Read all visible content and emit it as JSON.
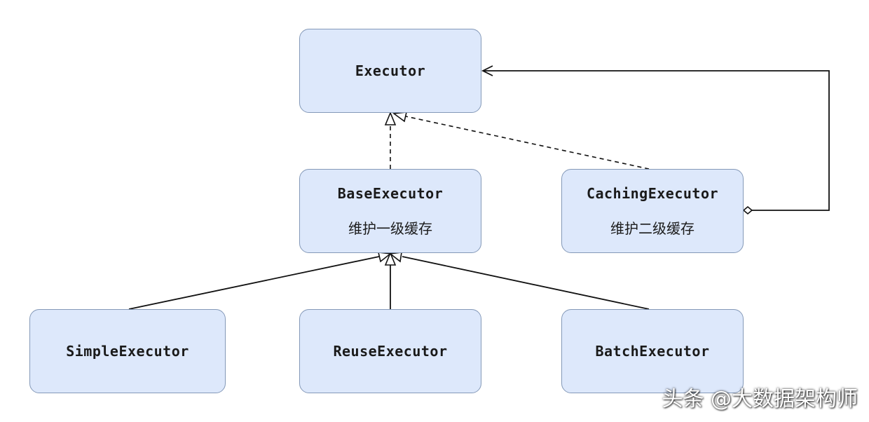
{
  "diagram": {
    "nodes": {
      "executor": {
        "name": "Executor"
      },
      "base": {
        "name": "BaseExecutor",
        "note": "维护一级缓存"
      },
      "caching": {
        "name": "CachingExecutor",
        "note": "维护二级缓存"
      },
      "simple": {
        "name": "SimpleExecutor"
      },
      "reuse": {
        "name": "ReuseExecutor"
      },
      "batch": {
        "name": "BatchExecutor"
      }
    },
    "relations": [
      {
        "from": "BaseExecutor",
        "to": "Executor",
        "kind": "realization"
      },
      {
        "from": "CachingExecutor",
        "to": "Executor",
        "kind": "realization"
      },
      {
        "from": "CachingExecutor",
        "to": "Executor",
        "kind": "aggregation"
      },
      {
        "from": "SimpleExecutor",
        "to": "BaseExecutor",
        "kind": "inheritance"
      },
      {
        "from": "ReuseExecutor",
        "to": "BaseExecutor",
        "kind": "inheritance"
      },
      {
        "from": "BatchExecutor",
        "to": "BaseExecutor",
        "kind": "inheritance"
      }
    ],
    "colors": {
      "node_fill": "#dde8fb",
      "node_border": "#8499b8",
      "edge": "#111111"
    }
  },
  "watermark": "头条 @大数据架构师"
}
